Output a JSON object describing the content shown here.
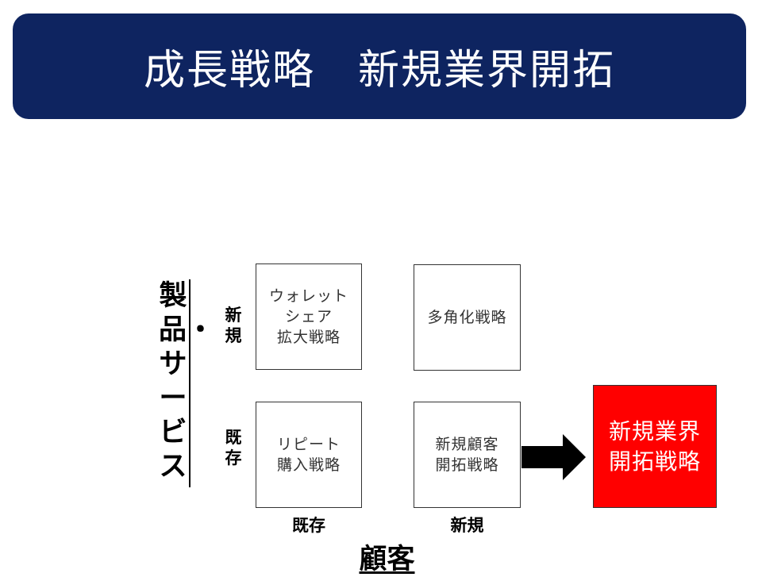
{
  "title": "成長戦略　新規業界開拓",
  "y_axis": {
    "title": "製品・サービス",
    "row_labels": {
      "top": "新規",
      "bottom": "既存"
    }
  },
  "x_axis": {
    "title": "顧客",
    "col_labels": {
      "left": "既存",
      "right": "新規"
    }
  },
  "matrix": {
    "top_left": "ウォレット\nシェア\n拡大戦略",
    "top_right": "多角化戦略",
    "bottom_left": "リピート\n購入戦略",
    "bottom_right": "新規顧客\n開拓戦略"
  },
  "target": {
    "label": "新規業界\n開拓戦略",
    "color": "#ff0000"
  },
  "colors": {
    "banner": "#0e2460",
    "arrow": "#000000"
  }
}
